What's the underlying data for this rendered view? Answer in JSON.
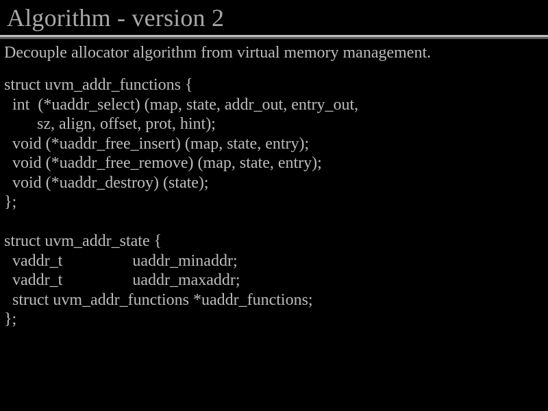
{
  "slide": {
    "title": "Algorithm - version 2",
    "lead": "Decouple allocator algorithm from virtual memory management.",
    "colors": {
      "background": "#000000",
      "text": "#bcbcbc",
      "title_text": "#a8a8a8",
      "rule_light": "#bdbdbd",
      "rule_dark": "#5a5a5a"
    },
    "code_blocks": [
      {
        "name": "uvm_addr_functions",
        "lines": [
          "struct uvm_addr_functions {",
          "  int  (*uaddr_select) (map, state, addr_out, entry_out,",
          "        sz, align, offset, prot, hint);",
          "  void (*uaddr_free_insert) (map, state, entry);",
          "  void (*uaddr_free_remove) (map, state, entry);",
          "  void (*uaddr_destroy) (state);",
          "};"
        ]
      },
      {
        "name": "uvm_addr_state",
        "lines": [
          "struct uvm_addr_state {",
          "  vaddr_t                 uaddr_minaddr;",
          "  vaddr_t                 uaddr_maxaddr;",
          "  struct uvm_addr_functions *uaddr_functions;",
          "};"
        ]
      }
    ]
  }
}
